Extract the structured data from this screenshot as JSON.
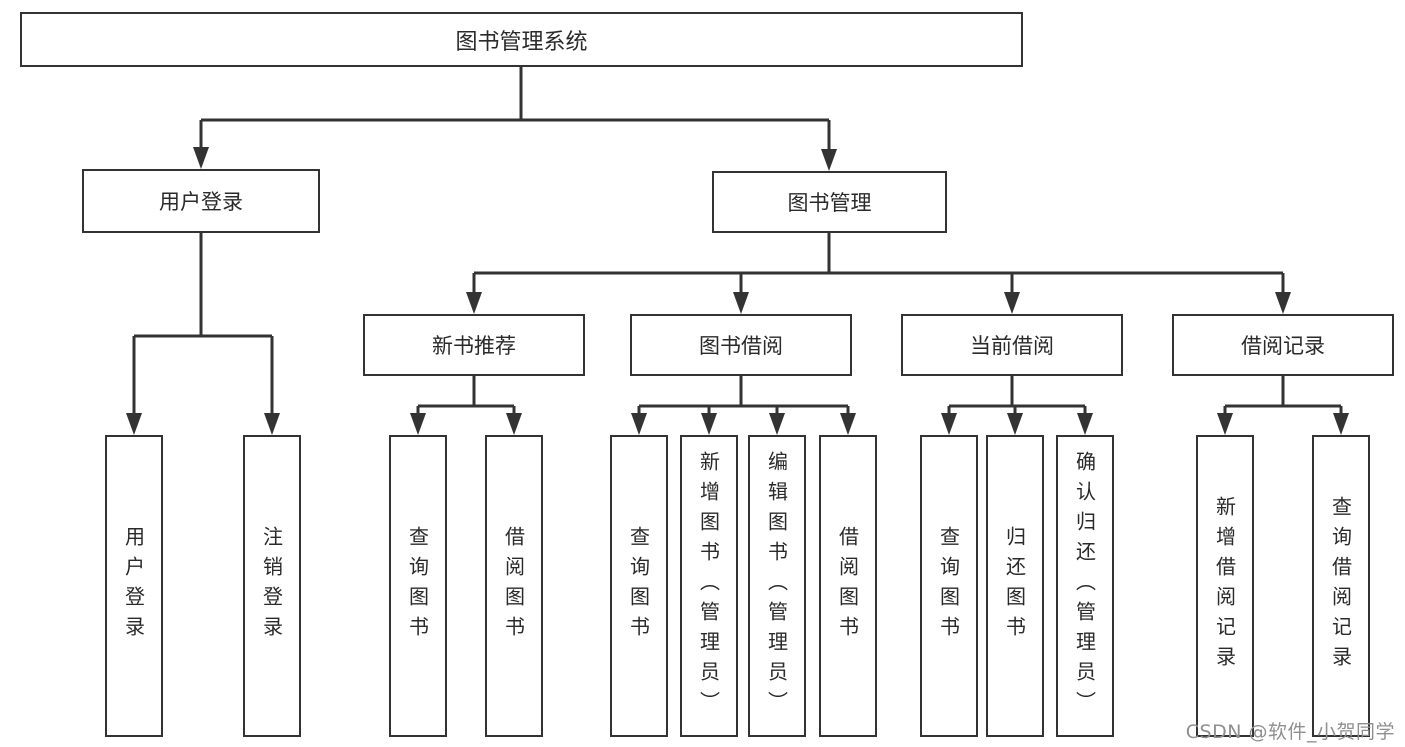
{
  "tree": {
    "label": "图书管理系统",
    "children": [
      {
        "label": "用户登录",
        "children": [
          {
            "label": "用户登录"
          },
          {
            "label": "注销登录"
          }
        ]
      },
      {
        "label": "图书管理",
        "children": [
          {
            "label": "新书推荐",
            "children": [
              {
                "label": "查询图书"
              },
              {
                "label": "借阅图书"
              }
            ]
          },
          {
            "label": "图书借阅",
            "children": [
              {
                "label": "查询图书"
              },
              {
                "label": "新增图书（管理员）"
              },
              {
                "label": "编辑图书（管理员）"
              },
              {
                "label": "借阅图书"
              }
            ]
          },
          {
            "label": "当前借阅",
            "children": [
              {
                "label": "查询图书"
              },
              {
                "label": "归还图书"
              },
              {
                "label": "确认归还（管理员）"
              }
            ]
          },
          {
            "label": "借阅记录",
            "children": [
              {
                "label": "新增借阅记录"
              },
              {
                "label": "查询借阅记录"
              }
            ]
          }
        ]
      }
    ]
  },
  "watermark": {
    "text": "CSDN @软件_小贺同学"
  },
  "colors": {
    "line": "#333333",
    "box_border": "#333333",
    "box_fill": "#ffffff",
    "text": "#2a2a2a",
    "watermark": "#8f8f8f",
    "background": "#ffffff"
  }
}
